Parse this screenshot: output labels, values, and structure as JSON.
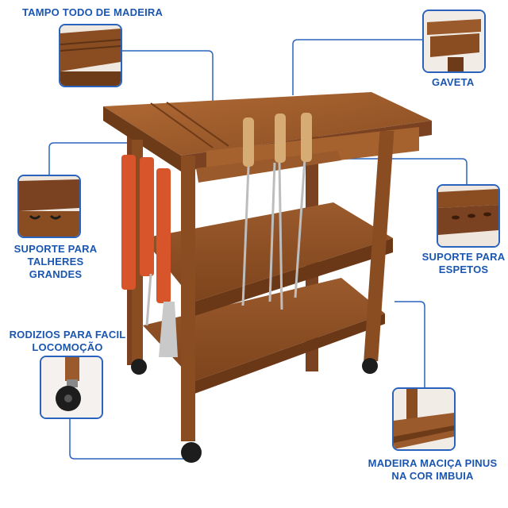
{
  "callouts": {
    "tampo": {
      "line1": "TAMPO TODO DE MADEIRA"
    },
    "gaveta": {
      "line1": "GAVETA"
    },
    "talheres": {
      "line1": "SUPORTE PARA",
      "line2": "TALHERES GRANDES"
    },
    "espetos": {
      "line1": "SUPORTE PARA",
      "line2": "ESPETOS"
    },
    "rodizios": {
      "line1": "RODIZIOS PARA FACIL",
      "line2": "LOCOMOÇÃO"
    },
    "madeira": {
      "line1": "MADEIRA MACIÇA PINUS",
      "line2": "NA COR IMBUIA"
    }
  },
  "colors": {
    "accent": "#1a56b0",
    "wood": "#9a5a2c",
    "wood_dark": "#6e3b18",
    "wood_light": "#b9763f"
  }
}
